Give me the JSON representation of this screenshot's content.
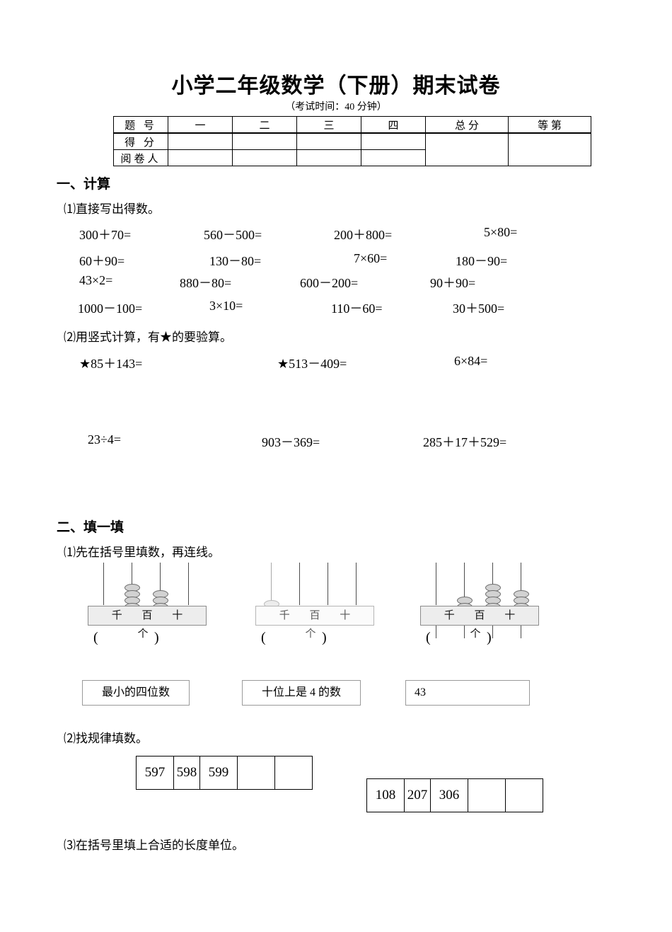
{
  "title": "小学二年级数学（下册）期末试卷",
  "subtitle": "（考试时间：40 分钟）",
  "score_table": {
    "row_labels": [
      "题 号",
      "得 分",
      "阅卷人"
    ],
    "columns": [
      "一",
      "二",
      "三",
      "四",
      "总 分",
      "等 第"
    ]
  },
  "section1": {
    "heading": "一、计算",
    "q1": "⑴直接写出得数。",
    "oral_rows": [
      [
        "300＋70=",
        "560－500=",
        "200＋800=",
        "5×80="
      ],
      [
        "60＋90=",
        "130－80=",
        "7×60=",
        "180－90="
      ],
      [
        "43×2=",
        "880－80=",
        "600－200=",
        "90＋90="
      ],
      [
        "1000－100=",
        "3×10=",
        "110－60=",
        "30＋500="
      ]
    ],
    "q2": "⑵用竖式计算，有★的要验算。",
    "vertical_rows": [
      [
        "★85＋143=",
        "★513－409=",
        "6×84="
      ],
      [
        "23÷4=",
        "903－369=",
        "285＋17＋529="
      ]
    ]
  },
  "section2": {
    "heading": "二、填一填",
    "q1": "⑴先在括号里填数，再连线。",
    "abacus_place_labels": "千 百 十 个",
    "abacuses": [
      {
        "name": "abacus-1",
        "beads": {
          "qian": 0,
          "bai": 4,
          "shi": 3,
          "ge": 0
        }
      },
      {
        "name": "abacus-2",
        "beads": {
          "qian": 1,
          "bai": 0,
          "shi": 0,
          "ge": 0
        }
      },
      {
        "name": "abacus-3",
        "beads": {
          "qian": 0,
          "bai": 2,
          "shi": 4,
          "ge": 3
        }
      }
    ],
    "paren_open": "(",
    "paren_close": ")",
    "match_boxes": [
      "最小的四位数",
      "十位上是 4 的数",
      "43"
    ],
    "q2": "⑵找规律填数。",
    "sequences": [
      {
        "name": "sequence-a",
        "cells": [
          "597",
          "598",
          "599",
          "",
          ""
        ]
      },
      {
        "name": "sequence-b",
        "cells": [
          "108",
          "207",
          "306",
          "",
          ""
        ]
      }
    ],
    "q3": "⑶在括号里填上合适的长度单位。"
  }
}
